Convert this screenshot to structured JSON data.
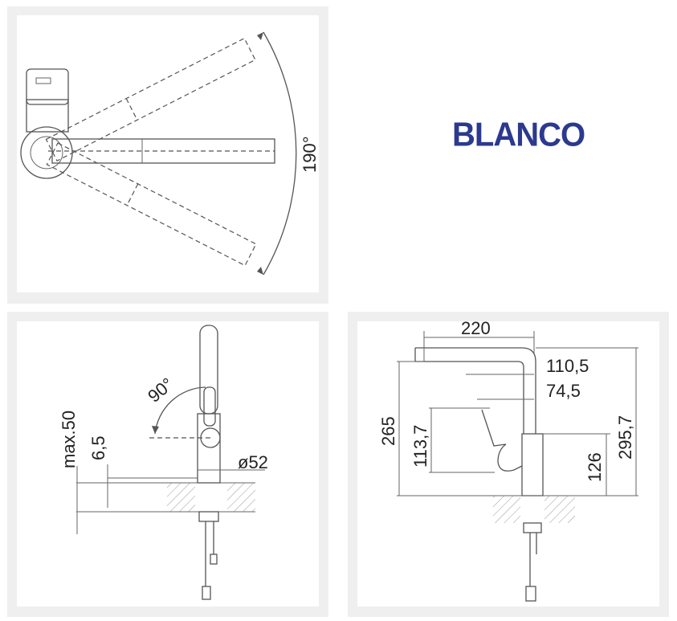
{
  "brand": {
    "name": "BLANCO",
    "color": "#2b3a8f"
  },
  "top_view": {
    "swivel_angle": "190°"
  },
  "side_view": {
    "tilt_angle": "90°",
    "max_thickness": "max.50",
    "base_height": "6,5",
    "hole_diameter": "ø52"
  },
  "front_view": {
    "reach": "220",
    "spout_to_axis": "110,5",
    "handle_to_axis": "74,5",
    "spout_height": "265",
    "handle_height": "113,7",
    "body_height": "126",
    "total_height": "295,7"
  }
}
